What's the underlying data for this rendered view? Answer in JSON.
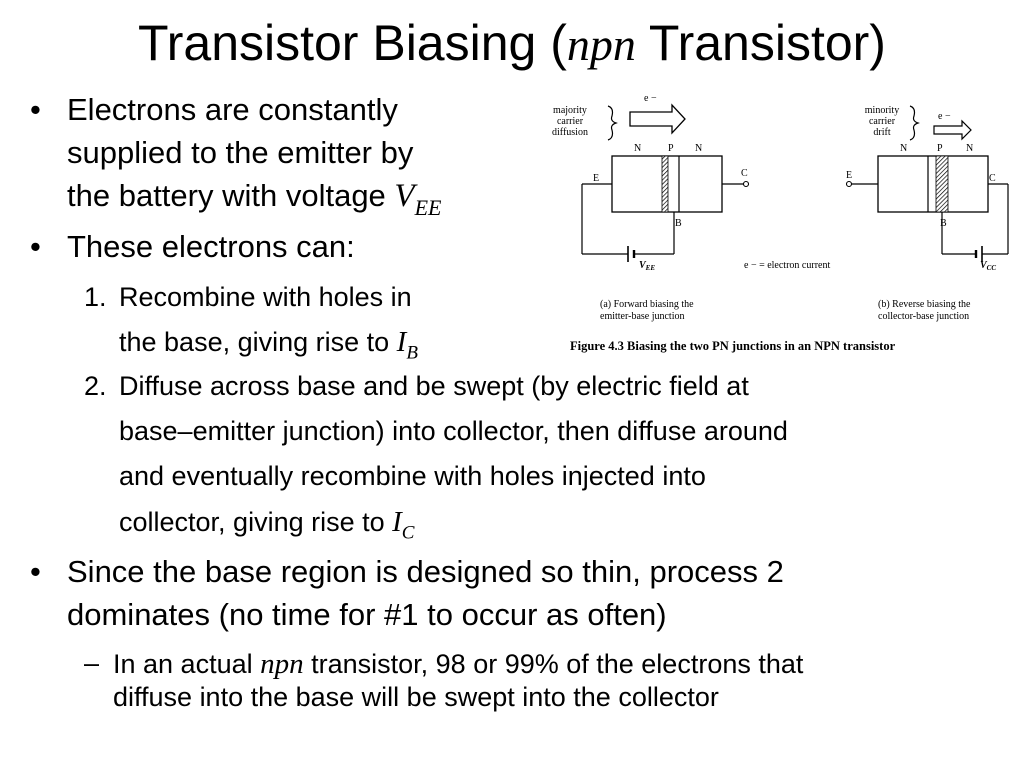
{
  "title": {
    "before": "Transistor Biasing (",
    "italic": "npn",
    "after": " Transistor)"
  },
  "bullets": {
    "b1": {
      "line1": "Electrons are constantly",
      "line2": "supplied to the emitter by",
      "line3": "the battery with voltage ",
      "var": "V",
      "sub": "EE"
    },
    "b2": {
      "text": "These electrons can:"
    },
    "sub1": {
      "num": "1.",
      "line1": "Recombine with holes in",
      "line2": "the base, giving rise to ",
      "var": "I",
      "sub": "B"
    },
    "sub2": {
      "num": "2.",
      "line1": "Diffuse across base and be swept (by electric field at",
      "line2": "base–emitter junction) into collector, then diffuse around",
      "line3": "and eventually recombine with holes injected into",
      "line4": "collector, giving rise to ",
      "var": "I",
      "sub": "C"
    },
    "b3": {
      "line1": "Since the base region is designed so thin, process 2",
      "line2": "dominates (no time for #1 to occur as often)"
    },
    "dash1": {
      "before": "In an actual ",
      "italic": "npn",
      "after": " transistor, 98 or 99% of the electrons that",
      "line2": "diffuse into the base will be swept into the collector"
    }
  },
  "figure": {
    "left": {
      "arrow_label": [
        "majority",
        "carrier",
        "diffusion"
      ],
      "electron": "e −",
      "regions": [
        "N",
        "P",
        "N"
      ],
      "emitter": "E",
      "collector": "C",
      "base": "B",
      "battery": "V",
      "battery_sub": "EE",
      "caption": [
        "(a) Forward biasing the",
        "emitter-base junction"
      ]
    },
    "right": {
      "arrow_label": [
        "minority",
        "carrier",
        "drift"
      ],
      "electron": "e −",
      "regions": [
        "N",
        "P",
        "N"
      ],
      "emitter": "E",
      "collector": "C",
      "base": "B",
      "battery": "V",
      "battery_sub": "CC",
      "caption": [
        "(b) Reverse biasing the",
        "collector-base junction"
      ]
    },
    "legend": "e −  =  electron current",
    "caption": "Figure 4.3 Biasing the two PN junctions in an NPN transistor"
  }
}
